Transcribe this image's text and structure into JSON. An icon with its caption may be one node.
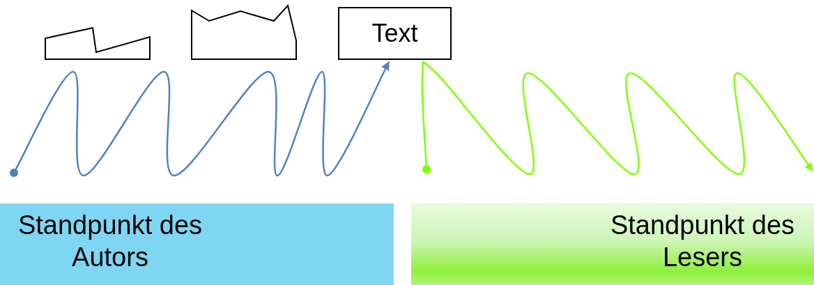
{
  "diagram": {
    "nodes": [
      {
        "text": [],
        "shape": "polygon"
      },
      {
        "text": [],
        "shape": "polygon"
      },
      {
        "text": [
          "Text"
        ]
      },
      {
        "text": [],
        "shape": "circle"
      },
      {
        "text": [],
        "shape": "circle"
      },
      {
        "text": [
          "Standpunkt des Autors"
        ]
      },
      {
        "text": [
          "Standpunkt des Lesers"
        ]
      }
    ],
    "edges": [
      {
        "from": 3,
        "to": 2,
        "arrow": "to",
        "color": "#4f81bd"
      },
      {
        "from": 4,
        "to": null,
        "arrow": "to",
        "color": "#7fff00"
      }
    ]
  }
}
